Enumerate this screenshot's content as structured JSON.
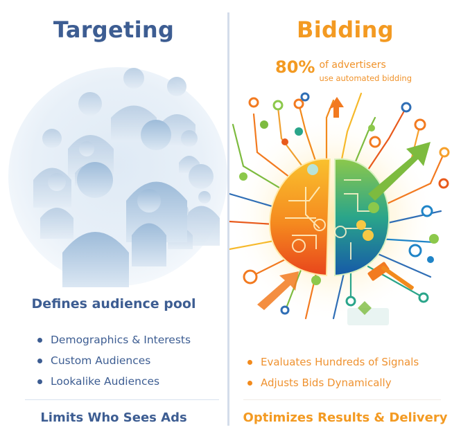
{
  "left": {
    "title": "Targeting",
    "subheading": "Defines audience pool",
    "bullets": [
      {
        "label": "Demographics & Interests"
      },
      {
        "label": "Custom Audiences"
      },
      {
        "label": "Lookalike Audiences"
      }
    ],
    "footer": "Limits Who Sees Ads",
    "accent_color": "#3d5d92",
    "illustration": "people-crowd-sphere-icon"
  },
  "right": {
    "title": "Bidding",
    "stat": {
      "value": "80%",
      "line1": "of advertisers",
      "line2": "use automated bidding"
    },
    "bullets": [
      {
        "label": "Evaluates Hundreds of Signals"
      },
      {
        "label": "Adjusts Bids Dynamically"
      }
    ],
    "footer": "Optimizes Results & Delivery",
    "accent_color": "#f39a22",
    "illustration": "ai-brain-circuit-icon"
  }
}
